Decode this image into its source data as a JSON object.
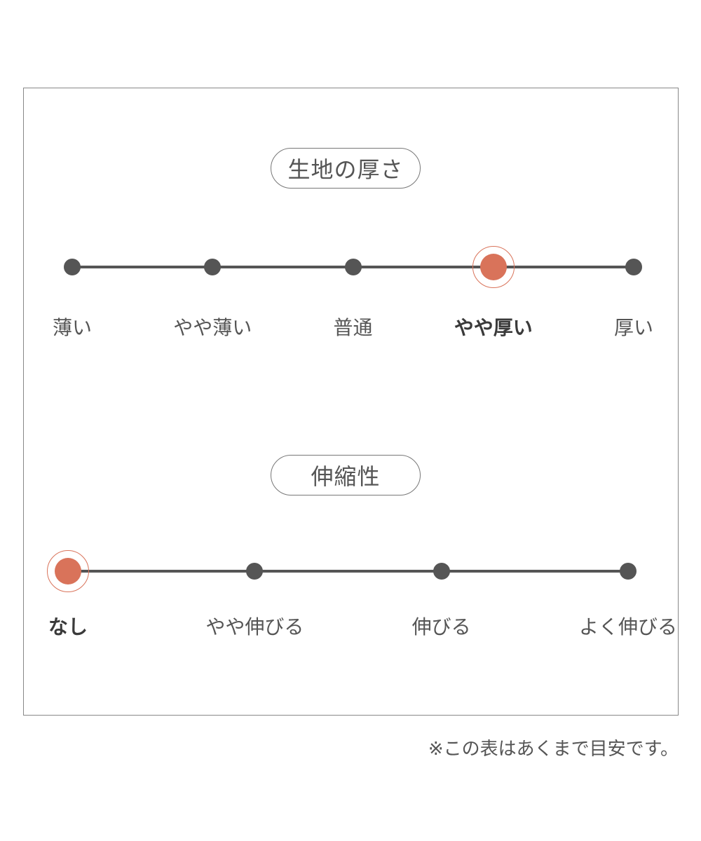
{
  "sections": [
    {
      "title": "生地の厚さ",
      "options": [
        "薄い",
        "やや薄い",
        "普通",
        "やや厚い",
        "厚い"
      ],
      "selected_index": 3
    },
    {
      "title": "伸縮性",
      "options": [
        "なし",
        "やや伸びる",
        "伸びる",
        "よく伸びる"
      ],
      "selected_index": 0
    }
  ],
  "note": "※この表はあくまで目安です。",
  "colors": {
    "accent": "#d9735a",
    "track": "#555555",
    "text": "#555555",
    "border": "#888888"
  }
}
